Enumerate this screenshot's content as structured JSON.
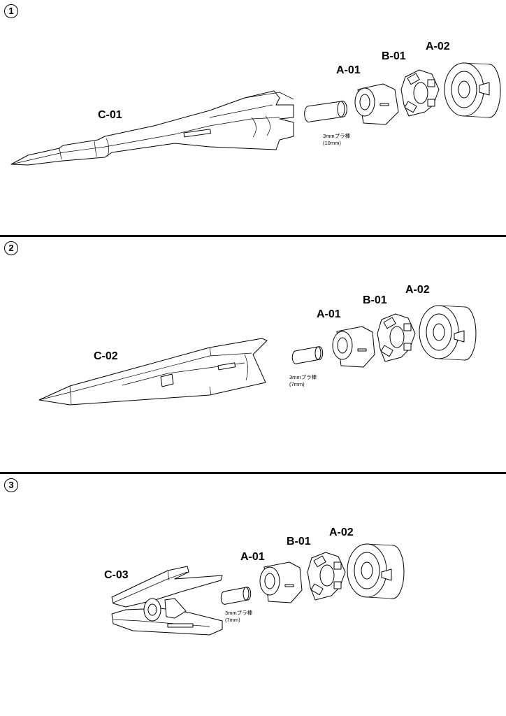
{
  "steps": [
    {
      "number": "1",
      "blade_label": "C-01",
      "peg_note": "3mmプラ棒",
      "peg_length": "(10mm)",
      "parts": [
        "A-01",
        "B-01",
        "A-02"
      ]
    },
    {
      "number": "2",
      "blade_label": "C-02",
      "peg_note": "3mmプラ棒",
      "peg_length": "(7mm)",
      "parts": [
        "A-01",
        "B-01",
        "A-02"
      ]
    },
    {
      "number": "3",
      "blade_label": "C-03",
      "peg_note": "3mmプラ棒",
      "peg_length": "(7mm)",
      "parts": [
        "A-01",
        "B-01",
        "A-02"
      ]
    }
  ]
}
